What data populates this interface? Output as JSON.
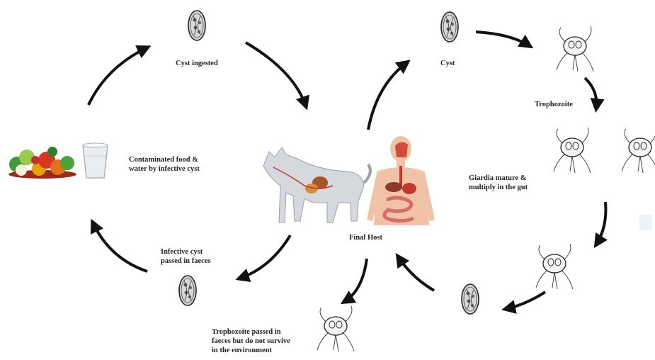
{
  "diagram": {
    "labels": {
      "cyst_ingested": "Cyst ingested",
      "contaminated": [
        "Contaminated food &",
        "water by infective cyst"
      ],
      "infective_cyst": [
        "Infective cyst",
        "passed in faeces"
      ],
      "final_host": "Final Host",
      "cyst": "Cyst",
      "trophozoite": "Trophozoite",
      "giardia_mature": [
        "Giardia mature &",
        "multiply in the gut"
      ],
      "trophozoite_passed": [
        "Trophozoite passed in",
        "faeces but do not survive",
        "in the environment"
      ]
    },
    "colors": {
      "arrow": "#111111",
      "cyst_fill": "#bfbfbf",
      "dog": "#d5d8dc",
      "human_skin": "#f0c3a6",
      "organ_red": "#c0392b",
      "water": "#e8eef2"
    }
  }
}
